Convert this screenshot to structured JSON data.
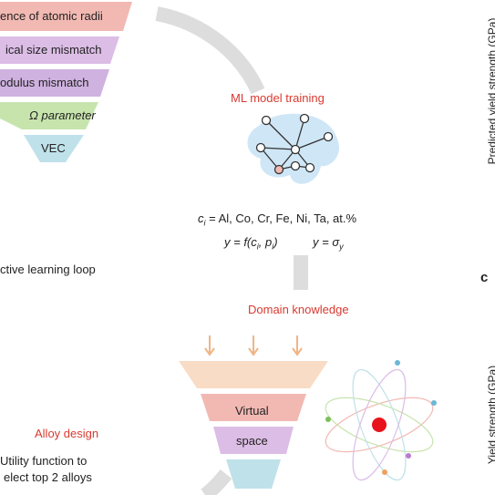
{
  "funnel_top": {
    "bands": [
      {
        "label": "ence of atomic radii",
        "color": "#f2b9b3"
      },
      {
        "label": "ical size mismatch",
        "color": "#dcbde6"
      },
      {
        "label": "odulus mismatch",
        "color": "#cfb2e0"
      },
      {
        "label": "Ω parameter",
        "color": "#c7e4ad"
      },
      {
        "label": "VEC",
        "color": "#bfe1ea"
      }
    ]
  },
  "active_loop_label": "ctive learning loop",
  "ml_training": {
    "title": "ML model training",
    "composition": "c",
    "composition_sub": "i",
    "composition_rest": " = Al, Co, Cr, Fe, Ni, Ta, at.%",
    "eq1_lhs": "y = f(c",
    "eq1_sub1": "i",
    "eq1_mid": ", p",
    "eq1_sub2": "i",
    "eq1_end": ")",
    "eq2_lhs": "y = σ",
    "eq2_sub": "y"
  },
  "domain_knowledge": "Domain knowledge",
  "virtual_space": {
    "top_label": "Virtual",
    "bottom_label": "space"
  },
  "alloy_design": {
    "title": "Alloy design",
    "line1": "Utility function to",
    "line2": "elect top 2 alloys"
  },
  "right_axis": {
    "predicted_label": "Predicted yield strength (GPa)",
    "yield_label": "Yield strength (GPa)",
    "panel_letter": "c"
  },
  "colors": {
    "accent_red": "#d83a30",
    "brain": "#cfe6f6",
    "loop_gray": "#dddddd",
    "arrow_orange": "#f0b585",
    "atom_core": "#e8141b"
  }
}
